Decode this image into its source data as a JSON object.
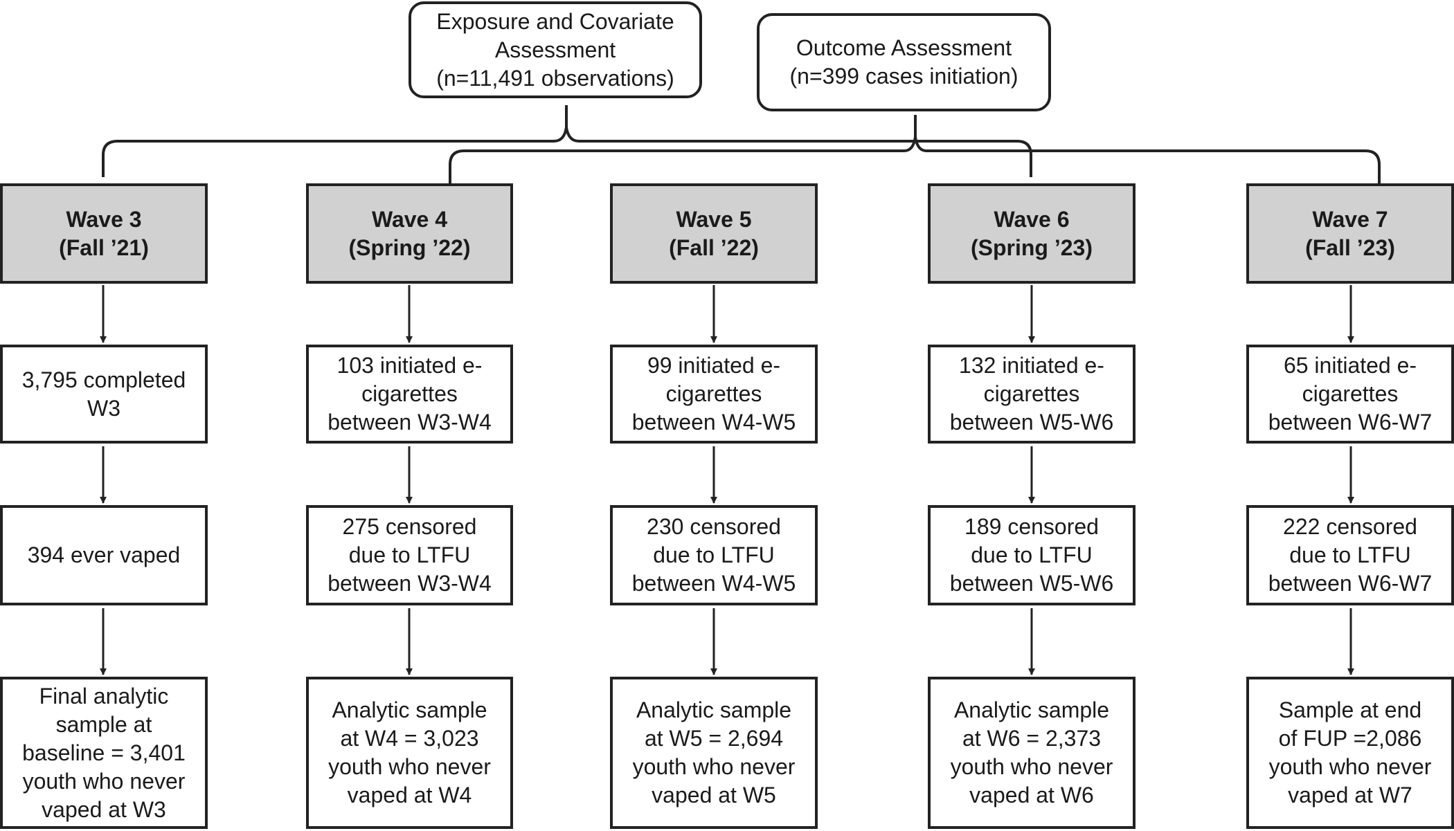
{
  "top_boxes": {
    "exposure": "Exposure and Covariate\nAssessment\n(n=11,491 observations)",
    "outcome": "Outcome Assessment\n(n=399 cases initiation)"
  },
  "waves": [
    {
      "title": "Wave 3\n(Fall ’21)",
      "step1": "3,795 completed\nW3",
      "step2": "394 ever vaped",
      "step3": "Final analytic\nsample at\nbaseline = 3,401\nyouth who never\nvaped at W3"
    },
    {
      "title": "Wave 4\n(Spring ’22)",
      "step1": "103 initiated e-\ncigarettes\nbetween W3-W4",
      "step2": "275 censored\ndue to LTFU\nbetween W3-W4",
      "step3": "Analytic sample\nat W4 = 3,023\nyouth who never\nvaped at W4"
    },
    {
      "title": "Wave 5\n(Fall ’22)",
      "step1": "99 initiated e-\ncigarettes\nbetween W4-W5",
      "step2": "230 censored\ndue to LTFU\nbetween W4-W5",
      "step3": "Analytic sample\nat W5 = 2,694\nyouth who never\nvaped at W5"
    },
    {
      "title": "Wave 6\n(Spring ’23)",
      "step1": "132 initiated e-\ncigarettes\nbetween W5-W6",
      "step2": "189 censored\ndue to LTFU\nbetween W5-W6",
      "step3": "Analytic sample\nat W6 = 2,373\nyouth who never\nvaped at W6"
    },
    {
      "title": "Wave 7\n(Fall ’23)",
      "step1": "65 initiated e-\ncigarettes\nbetween W6-W7",
      "step2": "222 censored\ndue to LTFU\nbetween W6-W7",
      "step3": "Sample at end\nof FUP =2,086\nyouth who never\nvaped at W7"
    }
  ]
}
